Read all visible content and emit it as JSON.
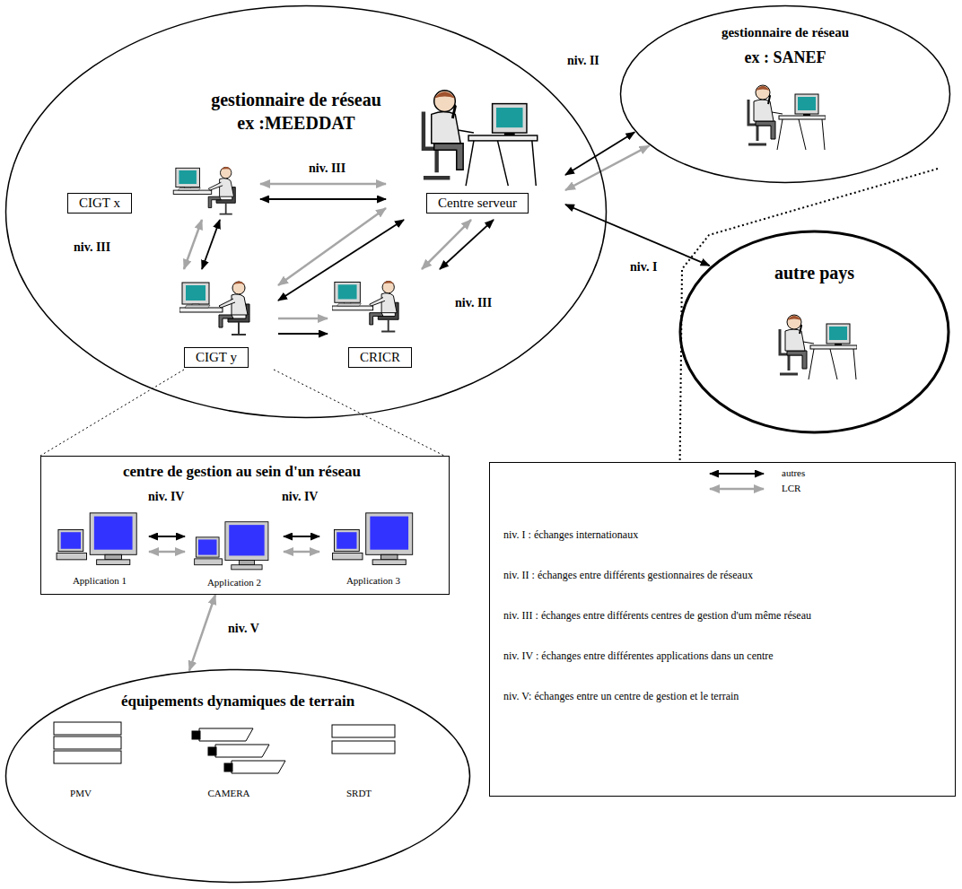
{
  "diagram": {
    "nodes": [
      {
        "text": [
          "gestionnaire de réseau",
          "ex :MEEDDAT"
        ]
      },
      {
        "text": [
          "CIGT x"
        ],
        "in": 0
      },
      {
        "text": [
          "Centre serveur"
        ],
        "in": 0
      },
      {
        "text": [
          "CIGT y"
        ],
        "in": 0
      },
      {
        "text": [
          "CRICR"
        ],
        "in": 0
      },
      {
        "text": [
          "gestionnaire de réseau",
          "ex : SANEF"
        ]
      },
      {
        "text": [
          "autre pays"
        ]
      },
      {
        "text": [
          "centre de gestion au sein d'un réseau"
        ]
      },
      {
        "text": [
          "Application 1"
        ],
        "in": 7
      },
      {
        "text": [
          "Application 2"
        ],
        "in": 7
      },
      {
        "text": [
          "Application 3"
        ],
        "in": 7
      },
      {
        "text": [
          "équipements dynamiques de terrain"
        ]
      },
      {
        "text": [
          "PMV"
        ],
        "in": 11
      },
      {
        "text": [
          "CAMERA"
        ],
        "in": 11
      },
      {
        "text": [
          "SRDT"
        ],
        "in": 11
      }
    ],
    "edges": [
      {
        "from": 1,
        "to": 2,
        "arrow": "both",
        "label": "niv. III"
      },
      {
        "from": 1,
        "to": 2,
        "arrow": "both"
      },
      {
        "from": 1,
        "to": 3,
        "arrow": "both",
        "label": "niv. III"
      },
      {
        "from": 1,
        "to": 3,
        "arrow": "both"
      },
      {
        "from": 3,
        "to": 2,
        "arrow": "both"
      },
      {
        "from": 3,
        "to": 2,
        "arrow": "both"
      },
      {
        "from": 3,
        "to": 4,
        "arrow": "to"
      },
      {
        "from": 3,
        "to": 4,
        "arrow": "to"
      },
      {
        "from": 4,
        "to": 2,
        "arrow": "both",
        "label": "niv. III"
      },
      {
        "from": 4,
        "to": 2,
        "arrow": "both"
      },
      {
        "from": 2,
        "to": 5,
        "arrow": "both",
        "label": "niv. II"
      },
      {
        "from": 2,
        "to": 5,
        "arrow": "both"
      },
      {
        "from": 2,
        "to": 6,
        "arrow": "both",
        "label": "niv. I"
      },
      {
        "from": 8,
        "to": 9,
        "arrow": "both",
        "label": "niv. IV"
      },
      {
        "from": 8,
        "to": 9,
        "arrow": "both"
      },
      {
        "from": 9,
        "to": 10,
        "arrow": "both",
        "label": "niv. IV"
      },
      {
        "from": 9,
        "to": 10,
        "arrow": "both"
      },
      {
        "from": 7,
        "to": 11,
        "arrow": "both",
        "label": "niv. V"
      }
    ],
    "labels": [
      "niv. I : échanges internationaux",
      "niv. II : échanges entre différents gestionnaires de réseaux",
      "niv. III : échanges entre différents centres de gestion d'um même réseau",
      "niv. IV : échanges entre différentes applications dans un centre",
      "niv. V: échanges entre un centre de gestion et le terrain"
    ],
    "legend": [
      {
        "text": "autres"
      },
      {
        "text": "LCR"
      }
    ]
  }
}
